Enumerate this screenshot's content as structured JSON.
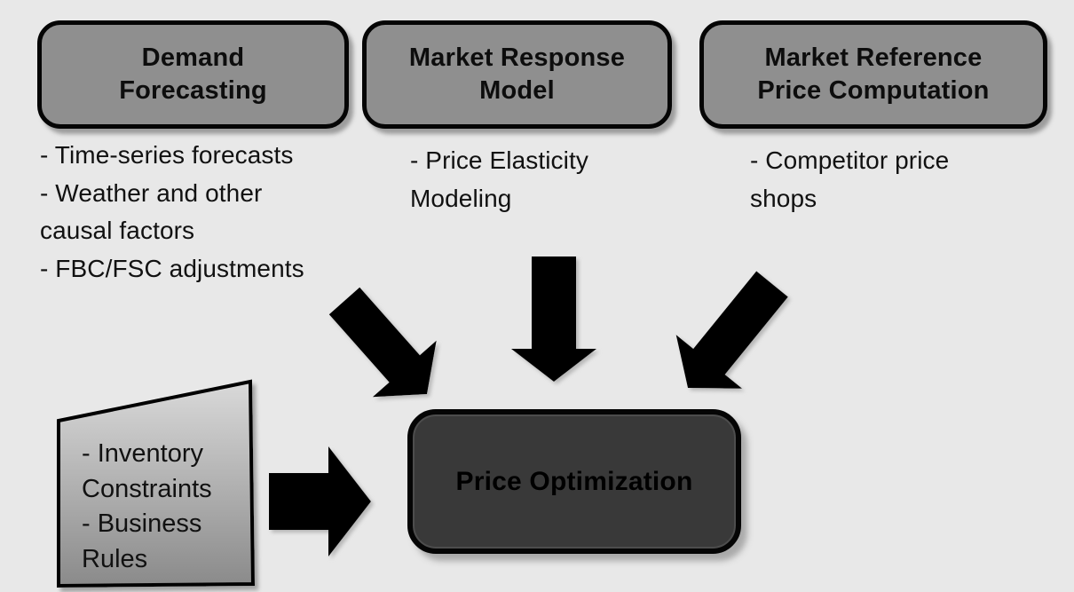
{
  "colors": {
    "background": "#e8e8e8",
    "node_fill": "#8f8f8f",
    "node_border": "#050505",
    "result_fill": "#393939",
    "arrow": "#050505",
    "constraint_fill_top": "#d9d9d9",
    "constraint_fill_bottom": "#8a8a8a",
    "text": "#0d0d0d"
  },
  "nodes": {
    "demand": {
      "title": "Demand\nForecasting",
      "bullets": "- Time-series forecasts\n- Weather and other\ncausal factors\n- FBC/FSC adjustments"
    },
    "market_response": {
      "title": "Market Response\nModel",
      "bullets": "- Price Elasticity\nModeling"
    },
    "market_reference": {
      "title": "Market Reference\nPrice Computation",
      "bullets": "- Competitor price\nshops"
    },
    "constraints": {
      "label": "- Inventory\nConstraints\n- Business\nRules"
    },
    "result": {
      "label": "Price Optimization"
    }
  },
  "arrows": [
    {
      "name": "arrow-demand-to-price-optimization",
      "direction": "down-right"
    },
    {
      "name": "arrow-market-response-to-price-optimization",
      "direction": "down"
    },
    {
      "name": "arrow-market-reference-to-price-optimization",
      "direction": "down-left"
    },
    {
      "name": "arrow-constraints-to-price-optimization",
      "direction": "right"
    }
  ]
}
